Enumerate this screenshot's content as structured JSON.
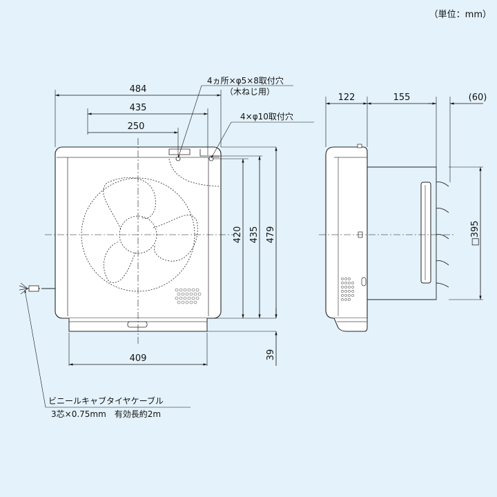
{
  "unit_label": "（単位：mm）",
  "front_view": {
    "widths": [
      "484",
      "435",
      "250",
      "409"
    ],
    "heights": [
      "420",
      "435",
      "479",
      "39"
    ]
  },
  "side_view": {
    "depths": [
      "122",
      "155",
      "(60)"
    ],
    "square": "□395"
  },
  "notes": {
    "mount_holes_wood": "4ヵ所×φ5×8取付穴",
    "wood_screw": "（木ねじ用）",
    "mount_holes_10": "4×φ10取付穴",
    "cable_type": "ビニールキャブタイヤケーブル",
    "cable_spec": "3芯×0.75mm　有効長約2m"
  }
}
